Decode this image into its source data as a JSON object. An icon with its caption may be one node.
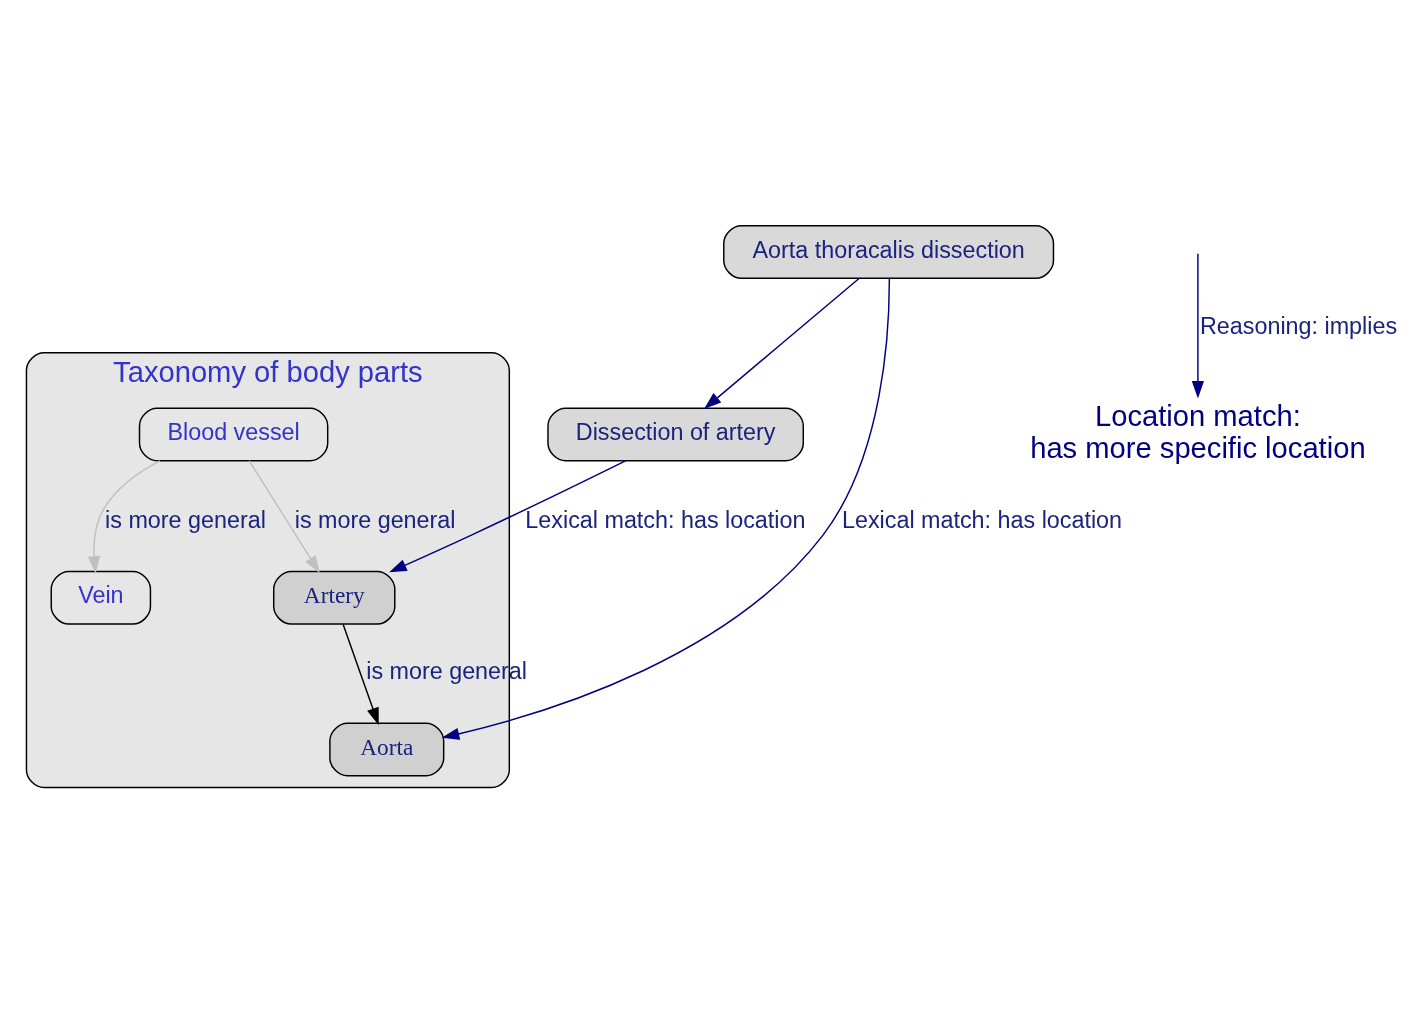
{
  "diagram": {
    "nodes": [
      {
        "text": [
          "Taxonomy of body parts"
        ]
      },
      {
        "text": [
          "Blood vessel"
        ],
        "in": 0
      },
      {
        "text": [
          "Vein"
        ],
        "in": 0
      },
      {
        "text": [
          "Artery"
        ],
        "in": 0
      },
      {
        "text": [
          "Aorta"
        ],
        "in": 0
      },
      {
        "text": [
          "Aorta thoracalis dissection"
        ]
      },
      {
        "text": [
          "Dissection of artery"
        ]
      },
      {
        "text": [
          "Location match:",
          "has more specific location"
        ]
      }
    ],
    "edges": [
      {
        "from": 1,
        "to": 3,
        "arrow": "to",
        "label": "is more general",
        "color": "#c0c0c0"
      },
      {
        "from": 1,
        "to": 2,
        "arrow": "to",
        "label": "is more general",
        "color": "#c0c0c0"
      },
      {
        "from": 3,
        "to": 4,
        "arrow": "to",
        "label": "is more general",
        "color": "#000000"
      },
      {
        "from": 5,
        "to": 4,
        "arrow": "to",
        "label": "Lexical match: has location"
      },
      {
        "from": 6,
        "to": 3,
        "arrow": "to",
        "label": "Lexical match: has location"
      },
      {
        "from": 5,
        "to": 6,
        "arrow": "to"
      },
      {
        "from": null,
        "to": 7,
        "arrow": "to",
        "label": "Reasoning: implies"
      }
    ]
  }
}
